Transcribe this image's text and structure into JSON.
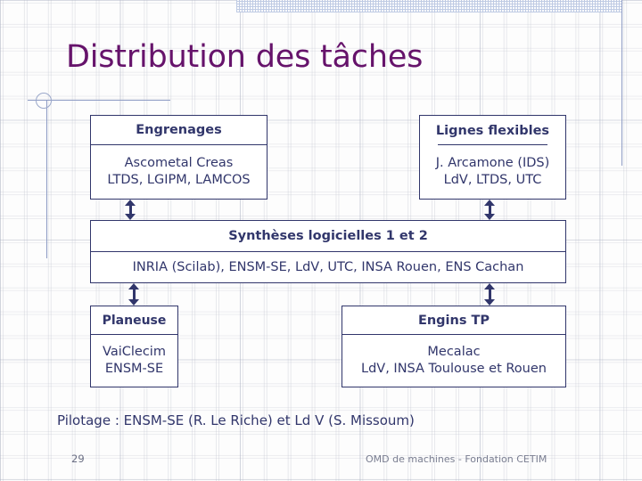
{
  "slide": {
    "title": "Distribution des tâches",
    "title_color": "#66136b",
    "accent_color": "#31366b",
    "slide_number": "29",
    "footer_note": "OMD de machines - Fondation CETIM",
    "pilotage": "Pilotage : ENSM-SE (R. Le Riche) et Ld V (S. Missoum)"
  },
  "boxes": {
    "engrenages": {
      "header": "Engrenages",
      "body_lines": [
        "Ascometal Creas",
        "LTDS, LGIPM, LAMCOS"
      ]
    },
    "lignes_flexibles": {
      "header": "Lignes flexibles",
      "body_lines": [
        "J. Arcamone (IDS)",
        "LdV, LTDS, UTC"
      ]
    },
    "syntheses": {
      "header": "Synthèses logicielles 1 et 2",
      "body_lines": [
        "INRIA (Scilab), ENSM-SE, LdV, UTC, INSA Rouen, ENS Cachan"
      ]
    },
    "planeuse": {
      "header": "Planeuse",
      "body_lines": [
        "VaiClecim",
        "ENSM-SE"
      ]
    },
    "engins_tp": {
      "header": "Engins TP",
      "body_lines": [
        "Mecalac",
        "LdV, INSA Toulouse et Rouen"
      ]
    }
  },
  "connectors": {
    "engrenages_to_syntheses": "double-arrow-vertical",
    "lignes_to_syntheses": "double-arrow-vertical",
    "syntheses_to_planeuse": "double-arrow-vertical",
    "syntheses_to_engins": "double-arrow-vertical"
  }
}
